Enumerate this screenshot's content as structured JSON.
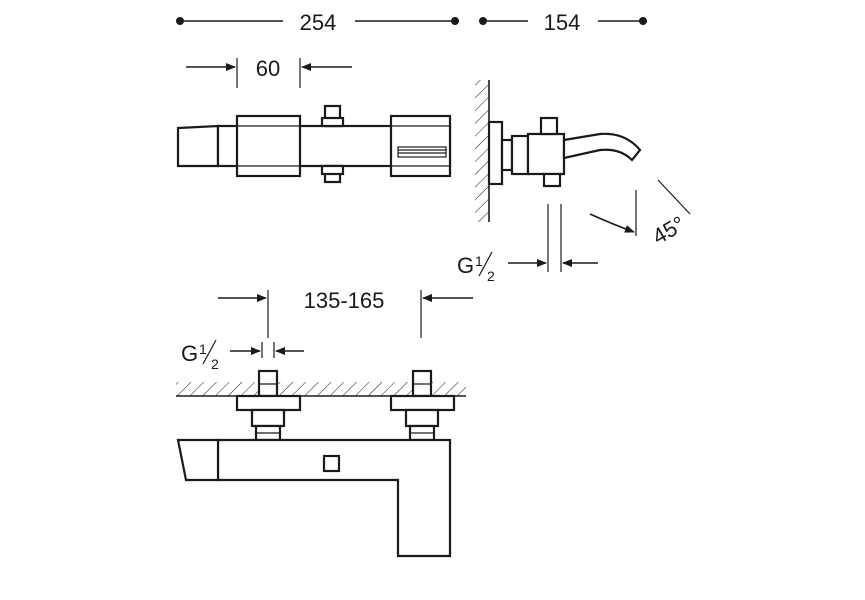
{
  "dimensions": {
    "overall_width": "254",
    "projection": "154",
    "handle_width": "60",
    "inlet_spacing": "135-165",
    "angle": "45°"
  },
  "thread": {
    "g_letter": "G",
    "num": "1",
    "den": "2"
  }
}
